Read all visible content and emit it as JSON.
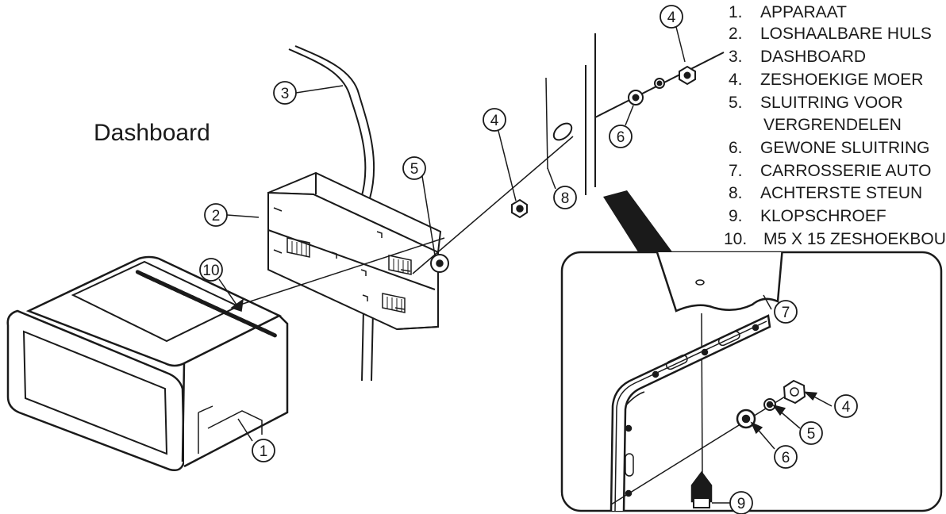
{
  "diagram_label": "Dashboard",
  "legend": [
    {
      "num": "1.",
      "text": "APPARAAT"
    },
    {
      "num": "2.",
      "text": "LOSHAALBARE HULS"
    },
    {
      "num": "3.",
      "text": "DASHBOARD"
    },
    {
      "num": "4.",
      "text": "ZESHOEKIGE MOER"
    },
    {
      "num": "5.",
      "text": "SLUITRING VOOR"
    },
    {
      "num": "",
      "text": "VERGRENDELEN"
    },
    {
      "num": "6.",
      "text": "GEWONE SLUITRING"
    },
    {
      "num": "7.",
      "text": "CARROSSERIE AUTO"
    },
    {
      "num": "8.",
      "text": "ACHTERSTE STEUN"
    },
    {
      "num": "9.",
      "text": "KLOPSCHROEF"
    },
    {
      "num": "10.",
      "text": "M5 X 15 ZESHOEKBOUT"
    }
  ],
  "callouts": {
    "c1": "1",
    "c2": "2",
    "c3": "3",
    "c4a": "4",
    "c4b": "4",
    "c5a": "5",
    "c6a": "6",
    "c8": "8",
    "c10": "10",
    "c7": "7",
    "c4c": "4",
    "c5b": "5",
    "c6b": "6",
    "c9": "9"
  }
}
